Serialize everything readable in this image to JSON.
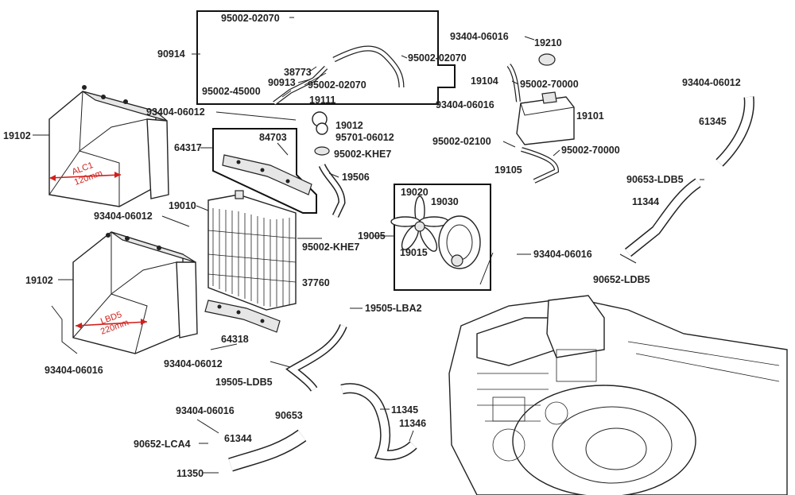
{
  "labels": [
    "95002-02070",
    "90914",
    "38773",
    "90913",
    "95002-45000",
    "95002-02070",
    "95002-02070",
    "93404-06016",
    "19210",
    "19104",
    "95002-70000",
    "93404-06016",
    "19101",
    "95002-02100",
    "95002-70000",
    "19105",
    "93404-06012",
    "61345",
    "19102",
    "93404-06012",
    "19111",
    "19012",
    "95701-06012",
    "95002-KHE7",
    "64317",
    "84703",
    "19506",
    "19010",
    "93404-06012",
    "95002-KHE7",
    "37760",
    "19020",
    "19030",
    "19005",
    "19015",
    "93404-06016",
    "90653-LDB5",
    "11344",
    "90652-LDB5",
    "19102",
    "93404-06016",
    "64318",
    "19505-LBA2",
    "93404-06012",
    "19505-LDB5",
    "93404-06016",
    "90653",
    "11345",
    "11346",
    "90652-LCA4",
    "61344",
    "11350"
  ],
  "callouts": [
    "ALC1",
    "120mm",
    "LBD5",
    "220mm"
  ],
  "colors": {
    "ink": "#222222",
    "callout": "#d0201c"
  }
}
